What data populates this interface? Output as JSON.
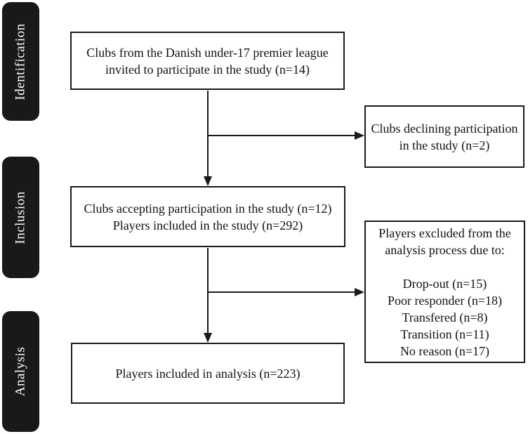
{
  "diagram": {
    "stages": [
      {
        "label": "Identification"
      },
      {
        "label": "Inclusion"
      },
      {
        "label": "Analysis"
      }
    ],
    "boxes": {
      "invited": {
        "lines": [
          "Clubs from the Danish under-17 premier league",
          "invited to participate in the study (n=14)"
        ]
      },
      "declining": {
        "lines": [
          "Clubs declining participation",
          "in the study (n=2)"
        ]
      },
      "accepting": {
        "lines": [
          "Clubs accepting participation in the study (n=12)",
          "Players included in the study (n=292)"
        ]
      },
      "excluded": {
        "lines": [
          "Players excluded from the",
          "analysis process due to:",
          "",
          "Drop-out (n=15)",
          "Poor responder (n=18)",
          "Transfered (n=8)",
          "Transition (n=11)",
          "No reason (n=17)"
        ]
      },
      "analysis": {
        "lines": [
          "Players included in analysis (n=223)"
        ]
      }
    },
    "colors": {
      "stage_background": "#191919",
      "stage_text": "#ffffff",
      "box_border": "#1a1a1a",
      "arrow": "#1a1a1a",
      "text": "#111111",
      "background": "#ffffff"
    }
  }
}
